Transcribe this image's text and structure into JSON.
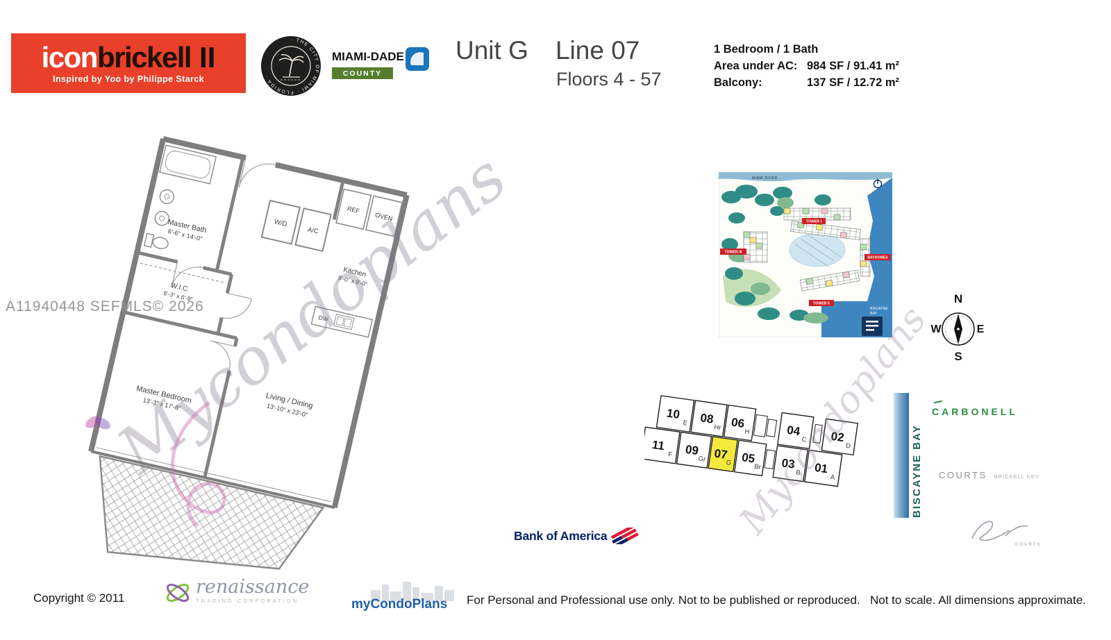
{
  "colors": {
    "brand_red": "#e8402a",
    "county_green": "#567d2e",
    "county_blue": "#1b75bb",
    "keyplan_highlight": "#f3e93d",
    "site_label_red": "#cc2127",
    "water_blue": "#3f86c0",
    "boa_blue": "#012169",
    "boa_red": "#e31837",
    "carbonell_green": "#2e8b44",
    "bay_text_green": "#1d5f55"
  },
  "brand": {
    "name_icon": "icon",
    "name_brickell": "brickell",
    "name_suffix": "II",
    "tagline": "Inspired by Yoo by Philippe Starck"
  },
  "seal": {
    "ring_text": "· THE CITY OF MIAMI · FLORIDA ·"
  },
  "county": {
    "name": "MIAMI-DADE",
    "sub": "COUNTY"
  },
  "title": {
    "unit": "Unit G",
    "line": "Line 07",
    "floors": "Floors 4 - 57"
  },
  "specs": {
    "bedbath": "1 Bedroom / 1 Bath",
    "area_label": "Area under AC:",
    "area_value": "984 SF / 91.41 m²",
    "balcony_label": "Balcony:",
    "balcony_value": "137 SF / 12.72 m²"
  },
  "floorplan": {
    "master_bath_name": "Master Bath",
    "master_bath_dims": "6'-6\" x 14'-0\"",
    "wd": "W/D",
    "ac": "A/C",
    "ref": "REF",
    "oven": "OVEN",
    "dw": "DW",
    "kitchen_name": "Kitchen",
    "kitchen_dims": "9'-0\" x 9'-0\"",
    "wic_name": "W.I.C.",
    "wic_dims": "6'-3\" x 6'-9\"",
    "master_bedroom_name": "Master Bedroom",
    "master_bedroom_dims": "13'-3\" x 17'-6\"",
    "living_name": "Living / Dining",
    "living_dims": "13'-10\" x 23'-0\""
  },
  "watermarks": {
    "mls": "A11940448  SEFMLS© 2026",
    "script_main": "Mycondoplans",
    "script_right": "Mycondoplans"
  },
  "sitemap": {
    "miami_river": "MIAMI RIVER",
    "tower_i": "TOWER I",
    "tower_ii": "TOWER II",
    "tower_iii": "TOWER III",
    "bayhomes": "BAYHOMES",
    "bay_line1": "BISCAYNE",
    "bay_line2": "BAY"
  },
  "compass": {
    "n": "N",
    "e": "E",
    "s": "S",
    "w": "W"
  },
  "keyplan": {
    "top": [
      {
        "num": "10",
        "letter": "E"
      },
      {
        "num": "08",
        "letter": "Hr"
      },
      {
        "num": "06",
        "letter": "H"
      },
      {
        "num": "04",
        "letter": "C"
      },
      {
        "num": "02",
        "letter": "D"
      }
    ],
    "bottom": [
      {
        "num": "11",
        "letter": "F"
      },
      {
        "num": "09",
        "letter": "Gr"
      },
      {
        "num": "07",
        "letter": "G"
      },
      {
        "num": "05",
        "letter": "Br"
      },
      {
        "num": "03",
        "letter": "B"
      },
      {
        "num": "01",
        "letter": "A"
      }
    ],
    "highlight_unit": "07G",
    "highlight_color": "#f3e93d"
  },
  "right_panel": {
    "bay_label": "BISCAYNE BAY",
    "carbonell": "CARBONELL",
    "courts": "COURTS",
    "brickell_key": "BRICKELL KEY",
    "signature_caption": "COURTS"
  },
  "bank": {
    "name": "Bank of America"
  },
  "footer": {
    "copyright": "Copyright © 2011",
    "renaissance": "renaissance",
    "renaissance_sub": "TRADING CORPORATION",
    "mycondoplans": "myCondoPlans",
    "usage": "For Personal and Professional use only.  Not to be published or reproduced.",
    "scale_note": "Not to scale.  All dimensions approximate."
  }
}
